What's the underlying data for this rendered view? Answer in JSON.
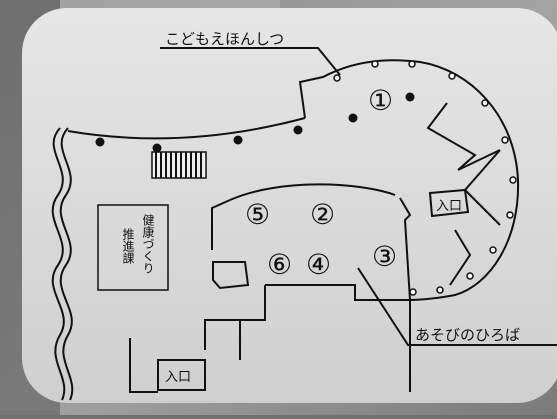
{
  "labels": {
    "kodomo_ehonshitsu": "こどもえほんしつ",
    "asobi_no_hiroba": "あそびのひろば",
    "kenko_line1": "健康づくり",
    "kenko_line2": "推進課",
    "entrance": "入口"
  },
  "spot_numbers": [
    "①",
    "②",
    "③",
    "④",
    "⑤",
    "⑥"
  ],
  "colors": {
    "wall": "#111111",
    "floor_panel": "#d9d9d9",
    "photo_background": "#6f6f6f"
  }
}
